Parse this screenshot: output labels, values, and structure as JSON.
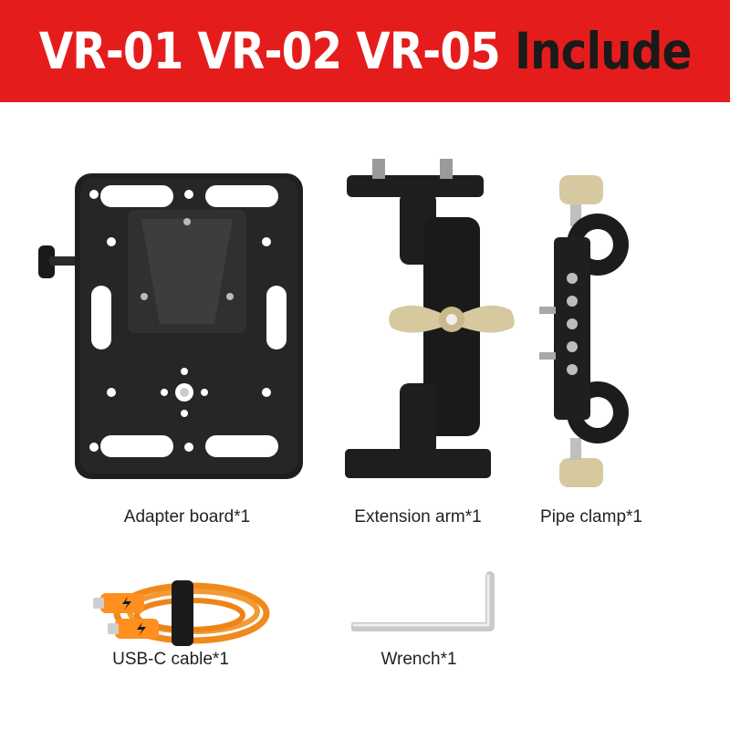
{
  "header": {
    "models": "VR-01 VR-02 VR-05",
    "include_label": "Include",
    "background_color": "#e51c1c"
  },
  "items": [
    {
      "label": "Adapter board*1",
      "icon": "adapter-board-image"
    },
    {
      "label": "Extension arm*1",
      "icon": "extension-arm-image"
    },
    {
      "label": "Pipe clamp*1",
      "icon": "pipe-clamp-image"
    },
    {
      "label": "USB-C cable*1",
      "icon": "usb-c-cable-image"
    },
    {
      "label": "Wrench*1",
      "icon": "wrench-image"
    }
  ],
  "colors": {
    "metal_black": "#1e1e1e",
    "brass": "#d6c9a0",
    "cable_orange": "#f08a1c"
  }
}
